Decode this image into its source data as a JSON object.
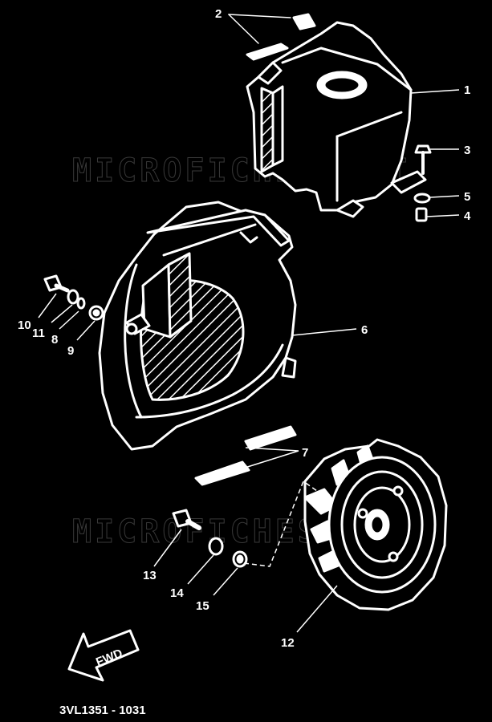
{
  "watermarks": [
    "MICROFICHES.NET",
    "MICROFICHES.NET"
  ],
  "callouts": [
    "1",
    "2",
    "3",
    "4",
    "5",
    "6",
    "7",
    "8",
    "9",
    "10",
    "11",
    "12",
    "13",
    "14",
    "15"
  ],
  "direction_label": "FWD",
  "diagram_code": "3VL1351 - 1031"
}
